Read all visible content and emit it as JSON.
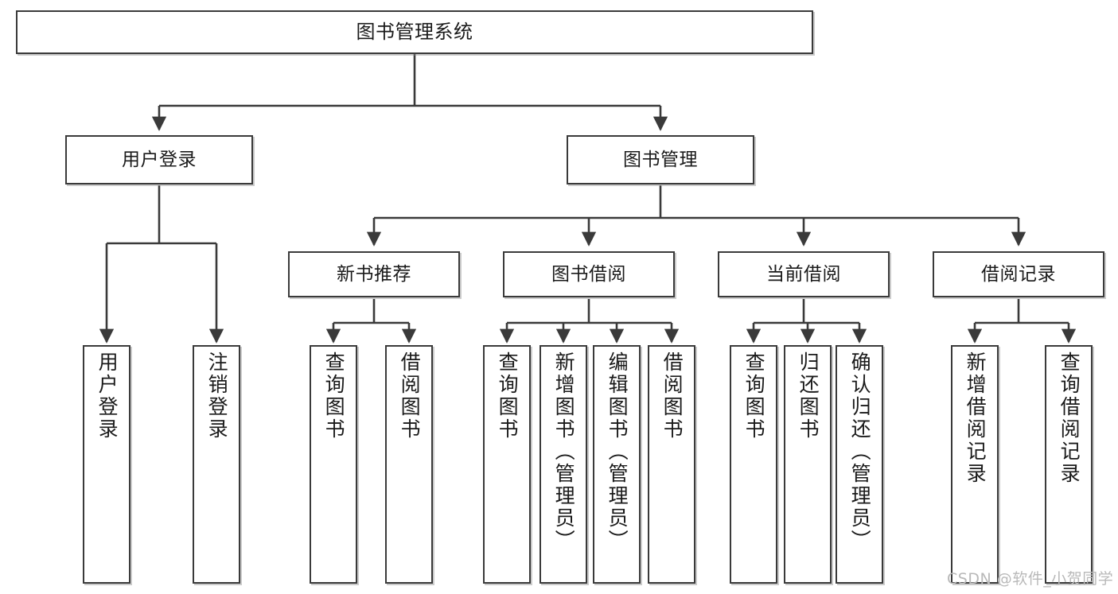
{
  "diagram": {
    "type": "hierarchy-tree",
    "title": "图书管理系统",
    "watermark": "CSDN @软件_小贺同学",
    "colors": {
      "node_border": "#3a3a3a",
      "node_fill": "#ffffff",
      "edge": "#3a3a3a",
      "text": "#1a1a1a",
      "watermark": "#b9b9b9",
      "background": "#ffffff"
    },
    "nodes": {
      "root": {
        "label": "图书管理系统"
      },
      "level2": [
        {
          "id": "user-login",
          "label": "用户登录"
        },
        {
          "id": "book-manage",
          "label": "图书管理"
        }
      ],
      "level3": [
        {
          "id": "new-book-recommend",
          "label": "新书推荐"
        },
        {
          "id": "book-borrow",
          "label": "图书借阅"
        },
        {
          "id": "current-borrow",
          "label": "当前借阅"
        },
        {
          "id": "borrow-record",
          "label": "借阅记录"
        }
      ],
      "leaves": [
        {
          "id": "leaf-user-login",
          "label": "用户登录",
          "parent": "user-login"
        },
        {
          "id": "leaf-logout-login",
          "label": "注销登录",
          "parent": "user-login"
        },
        {
          "id": "leaf-query-book-1",
          "label": "查询图书",
          "parent": "new-book-recommend"
        },
        {
          "id": "leaf-borrow-book-1",
          "label": "借阅图书",
          "parent": "new-book-recommend"
        },
        {
          "id": "leaf-query-book-2",
          "label": "查询图书",
          "parent": "book-borrow"
        },
        {
          "id": "leaf-add-book",
          "label": "新增图书（管理员）",
          "parent": "book-borrow"
        },
        {
          "id": "leaf-edit-book",
          "label": "编辑图书（管理员）",
          "parent": "book-borrow"
        },
        {
          "id": "leaf-borrow-book-2",
          "label": "借阅图书",
          "parent": "book-borrow"
        },
        {
          "id": "leaf-query-book-3",
          "label": "查询图书",
          "parent": "current-borrow"
        },
        {
          "id": "leaf-return-book",
          "label": "归还图书",
          "parent": "current-borrow"
        },
        {
          "id": "leaf-confirm-return",
          "label": "确认归还（管理员）",
          "parent": "current-borrow"
        },
        {
          "id": "leaf-add-record",
          "label": "新增借阅记录",
          "parent": "borrow-record"
        },
        {
          "id": "leaf-query-record",
          "label": "查询借阅记录",
          "parent": "borrow-record"
        }
      ]
    }
  }
}
